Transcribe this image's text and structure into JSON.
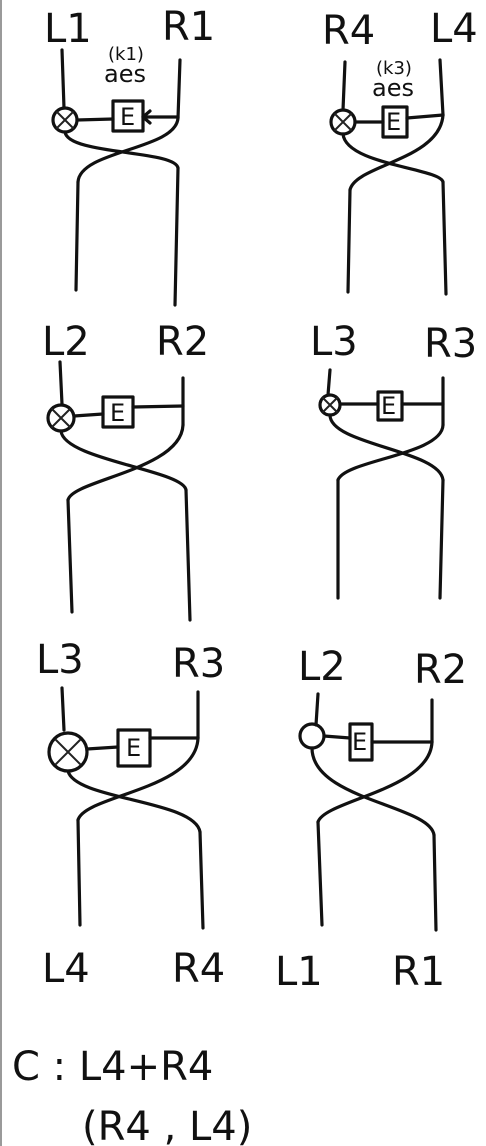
{
  "labels": {
    "p1": {
      "left": "L1",
      "right": "R1",
      "key": "(k1)",
      "func": "aes",
      "box": "E"
    },
    "p2": {
      "left": "R4",
      "right": "L4",
      "key": "(k3)",
      "func": "aes",
      "box": "E"
    },
    "p3": {
      "left": "L2",
      "right": "R2",
      "box": "E"
    },
    "p4": {
      "left": "L3",
      "right": "R3",
      "box": "E"
    },
    "p5": {
      "left": "L3",
      "right": "R3",
      "box": "E",
      "bottom_left": "L4",
      "bottom_right": "R4"
    },
    "p6": {
      "left": "L2",
      "right": "R2",
      "box": "E",
      "bottom_left": "L1",
      "bottom_right": "R1"
    }
  },
  "notes": {
    "c_line": "C : L4+R4",
    "pair": "(R4 , L4)"
  }
}
